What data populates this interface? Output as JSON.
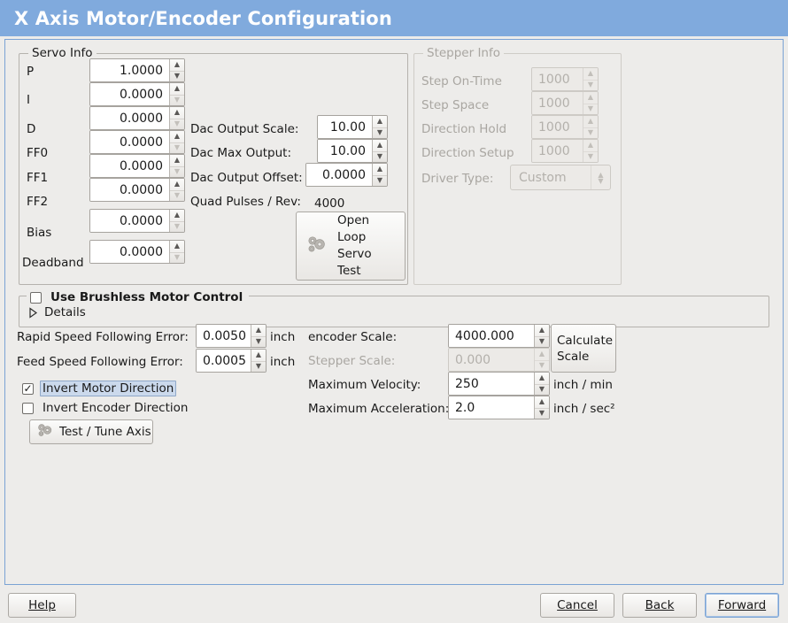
{
  "window": {
    "title": "X Axis Motor/Encoder Configuration",
    "title_bar_color": "#80aadd",
    "background_color": "#edecea",
    "pane_border_color": "#7ba3d4"
  },
  "servo_info": {
    "frame_title": "Servo Info",
    "rows": [
      {
        "label": "P",
        "value": "1.0000"
      },
      {
        "label": "I",
        "value": "0.0000"
      },
      {
        "label": "D",
        "value": "0.0000"
      },
      {
        "label": "FF0",
        "value": "0.0000"
      },
      {
        "label": "FF1",
        "value": "0.0000"
      },
      {
        "label": "FF2",
        "value": "0.0000"
      },
      {
        "label": "Bias",
        "value": "0.0000"
      },
      {
        "label": "Deadband",
        "value": "0.0000"
      }
    ],
    "dac": [
      {
        "label": "Dac Output Scale:",
        "value": "10.00"
      },
      {
        "label": "Dac Max Output:",
        "value": "10.00"
      },
      {
        "label": "Dac Output Offset:",
        "value": "0.0000"
      }
    ],
    "quad_pulses_label": "Quad Pulses / Rev:",
    "quad_pulses_value": "4000",
    "open_loop_button": {
      "line1": "Open",
      "line2": "Loop",
      "line3": "Servo",
      "line4": "Test",
      "icon": "gears-icon"
    }
  },
  "stepper_info": {
    "frame_title": "Stepper Info",
    "enabled": false,
    "rows": [
      {
        "label": "Step On-Time",
        "value": "1000"
      },
      {
        "label": "Step Space",
        "value": "1000"
      },
      {
        "label": "Direction Hold",
        "value": "1000"
      },
      {
        "label": "Direction Setup",
        "value": "1000"
      }
    ],
    "driver_type_label": "Driver Type:",
    "driver_type_value": "Custom"
  },
  "brushless": {
    "checkbox_label": "Use Brushless Motor Control",
    "checked": false,
    "details_label": "Details",
    "details_expanded": false
  },
  "tuning": {
    "rapid_error_label": "Rapid Speed Following Error:",
    "rapid_error_value": "0.0050",
    "rapid_error_unit": "inch",
    "feed_error_label": "Feed Speed Following Error:",
    "feed_error_value": "0.0005",
    "feed_error_unit": "inch",
    "invert_motor_label": "Invert Motor Direction",
    "invert_motor_checked": true,
    "invert_motor_selected": true,
    "invert_encoder_label": "Invert Encoder Direction",
    "invert_encoder_checked": false,
    "test_tune_label": "Test / Tune Axis",
    "test_tune_icon": "gears-icon"
  },
  "scales": {
    "encoder_scale_label": "encoder Scale:",
    "encoder_scale_value": "4000.000",
    "stepper_scale_label": "Stepper Scale:",
    "stepper_scale_value": "0.000",
    "stepper_scale_enabled": false,
    "max_velocity_label": "Maximum Velocity:",
    "max_velocity_value": "250",
    "max_velocity_unit": "inch / min",
    "max_accel_label": "Maximum Acceleration:",
    "max_accel_value": "2.0",
    "max_accel_unit": "inch / sec²",
    "calculate_scale_line1": "Calculate",
    "calculate_scale_line2": "Scale"
  },
  "actions": {
    "help": "Help",
    "cancel": "Cancel",
    "back": "Back",
    "forward": "Forward",
    "focused": "forward"
  }
}
